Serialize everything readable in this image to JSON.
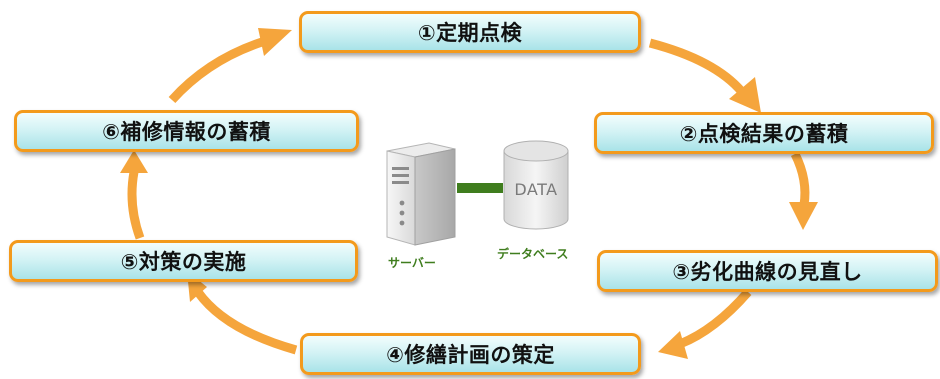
{
  "steps": [
    {
      "label": "①定期点検"
    },
    {
      "label": "②点検結果の蓄積"
    },
    {
      "label": "③劣化曲線の見直し"
    },
    {
      "label": "④修繕計画の策定"
    },
    {
      "label": "⑤対策の実施"
    },
    {
      "label": "⑥補修情報の蓄積"
    }
  ],
  "center": {
    "server_caption": "サーバー",
    "database_caption": "データベース",
    "database_text": "DATA"
  },
  "colors": {
    "arrow": "#f5a53c",
    "box_border": "#f39a1c",
    "box_fill": "#d4f3f5",
    "accent_green": "#3f7d1e"
  }
}
